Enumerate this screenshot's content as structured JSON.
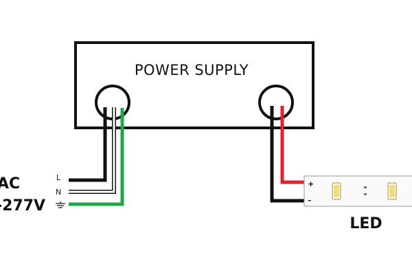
{
  "power_supply": {
    "title": "POWER SUPPLY"
  },
  "input": {
    "line1": "AC",
    "line2": "-277V",
    "terminals": {
      "line": "L",
      "neutral": "N"
    }
  },
  "output": {
    "positive_symbol": "+",
    "negative_symbol": "–"
  },
  "led": {
    "label": "LED"
  },
  "colors": {
    "outline": "#111111",
    "line_wire": "#111111",
    "neutral_wire": "#ffffff",
    "ground_wire": "#1fa84a",
    "positive_wire": "#e8202a",
    "negative_wire": "#111111",
    "led_chip": "#f3dc7a",
    "led_chip_border": "#b9a24a",
    "strip_background": "#fafafa"
  },
  "icons": [
    "ground-symbol-icon"
  ]
}
